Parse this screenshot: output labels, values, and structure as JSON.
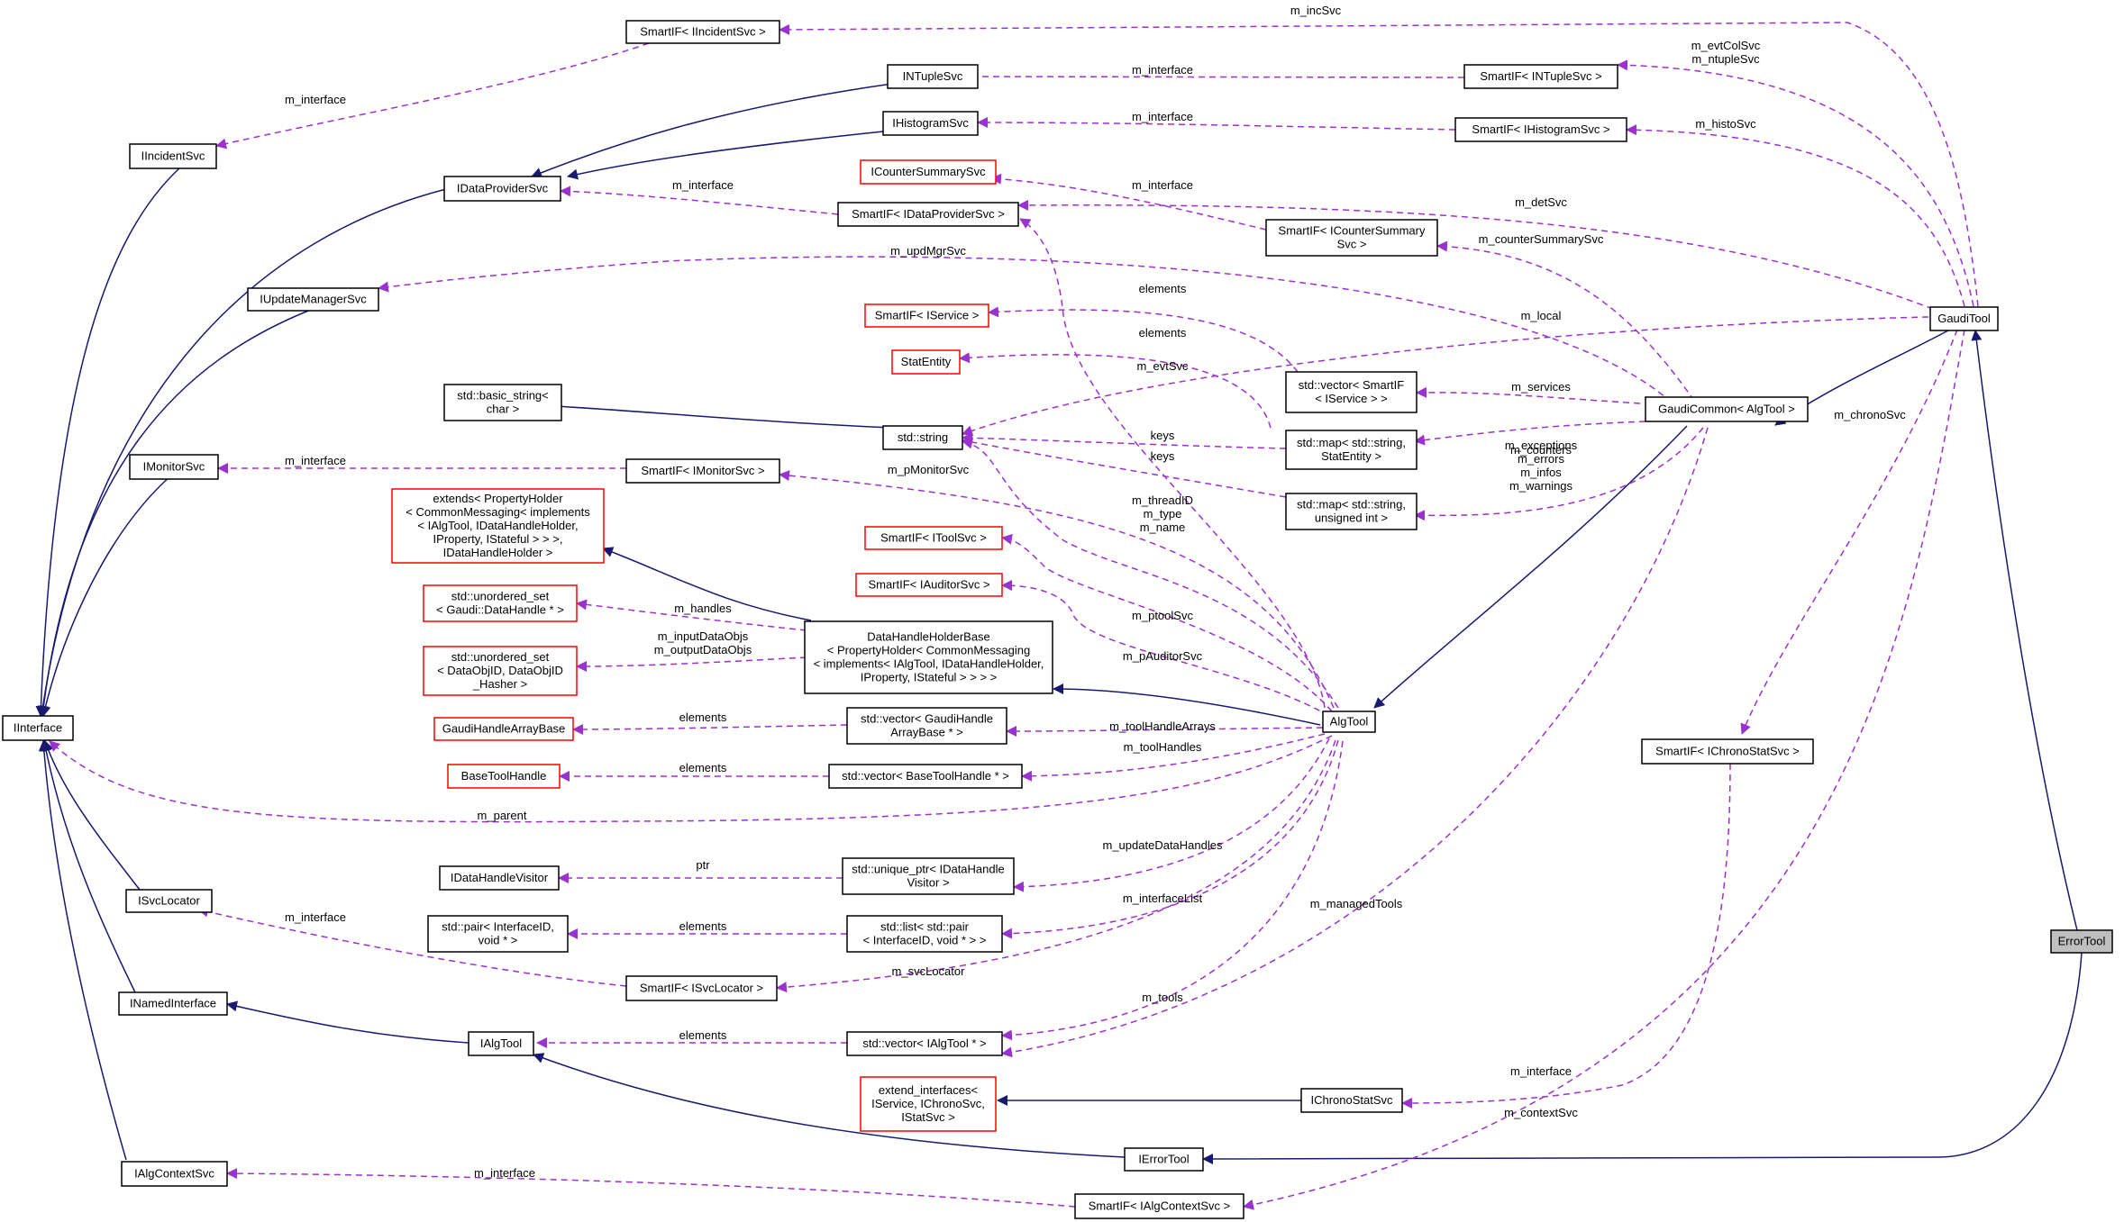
{
  "nodes": [
    {
      "id": "smartif_iincidentsvc",
      "lines": [
        "SmartIF< IIncidentSvc >"
      ],
      "style": "normal"
    },
    {
      "id": "iincidentsvc",
      "lines": [
        "IIncidentSvc"
      ],
      "style": "normal"
    },
    {
      "id": "intuplesvc",
      "lines": [
        "INTupleSvc"
      ],
      "style": "normal"
    },
    {
      "id": "smartif_intuplesvc",
      "lines": [
        "SmartIF< INTupleSvc >"
      ],
      "style": "normal"
    },
    {
      "id": "ihistogramsvc",
      "lines": [
        "IHistogramSvc"
      ],
      "style": "normal"
    },
    {
      "id": "smartif_ihistogramsvc",
      "lines": [
        "SmartIF< IHistogramSvc >"
      ],
      "style": "normal"
    },
    {
      "id": "icountersummarysvc",
      "lines": [
        "ICounterSummarySvc"
      ],
      "style": "red"
    },
    {
      "id": "idataprovidersvc",
      "lines": [
        "IDataProviderSvc"
      ],
      "style": "normal"
    },
    {
      "id": "smartif_idataprovidersvc",
      "lines": [
        "SmartIF< IDataProviderSvc >"
      ],
      "style": "normal"
    },
    {
      "id": "smartif_icountersummary",
      "lines": [
        "SmartIF< ICounterSummary",
        "Svc >"
      ],
      "style": "normal"
    },
    {
      "id": "iupdatemanagersvc",
      "lines": [
        "IUpdateManagerSvc"
      ],
      "style": "normal"
    },
    {
      "id": "smartif_iservice",
      "lines": [
        "SmartIF< IService >"
      ],
      "style": "red"
    },
    {
      "id": "gauditool",
      "lines": [
        "GaudiTool"
      ],
      "style": "normal"
    },
    {
      "id": "statentity",
      "lines": [
        "StatEntity"
      ],
      "style": "red"
    },
    {
      "id": "basic_string",
      "lines": [
        "std::basic_string<",
        "char >"
      ],
      "style": "normal"
    },
    {
      "id": "vector_smartif",
      "lines": [
        "std::vector< SmartIF",
        "< IService > >"
      ],
      "style": "normal"
    },
    {
      "id": "gaudicommon",
      "lines": [
        "GaudiCommon< AlgTool >"
      ],
      "style": "normal"
    },
    {
      "id": "std_string",
      "lines": [
        "std::string"
      ],
      "style": "normal"
    },
    {
      "id": "map_statentity",
      "lines": [
        "std::map< std::string,",
        "StatEntity >"
      ],
      "style": "normal"
    },
    {
      "id": "imonitorsvc",
      "lines": [
        "IMonitorSvc"
      ],
      "style": "normal"
    },
    {
      "id": "smartif_imonitorsvc",
      "lines": [
        "SmartIF< IMonitorSvc >"
      ],
      "style": "normal"
    },
    {
      "id": "map_uint",
      "lines": [
        "std::map< std::string,",
        "unsigned int >"
      ],
      "style": "normal"
    },
    {
      "id": "extends_ph",
      "lines": [
        "extends< PropertyHolder",
        "< CommonMessaging< implements",
        "< IAlgTool, IDataHandleHolder,",
        "IProperty, IStateful > > >,",
        "IDataHandleHolder >"
      ],
      "style": "red"
    },
    {
      "id": "smartif_itoolsvc",
      "lines": [
        "SmartIF< IToolSvc >"
      ],
      "style": "red"
    },
    {
      "id": "smartif_iauditorsvc",
      "lines": [
        "SmartIF< IAuditorSvc >"
      ],
      "style": "red"
    },
    {
      "id": "unordered_set_dh",
      "lines": [
        "std::unordered_set",
        "< Gaudi::DataHandle * >"
      ],
      "style": "red"
    },
    {
      "id": "datahandleholderbase",
      "lines": [
        "DataHandleHolderBase",
        "< PropertyHolder< CommonMessaging",
        "< implements< IAlgTool, IDataHandleHolder,",
        "IProperty, IStateful > > > >"
      ],
      "style": "normal"
    },
    {
      "id": "unordered_set_dataobjid",
      "lines": [
        "std::unordered_set",
        "< DataObjID, DataObjID",
        "_Hasher >"
      ],
      "style": "red"
    },
    {
      "id": "iinterface",
      "lines": [
        "IInterface"
      ],
      "style": "normal"
    },
    {
      "id": "gaudihandlearraybase",
      "lines": [
        "GaudiHandleArrayBase"
      ],
      "style": "red"
    },
    {
      "id": "vector_gha",
      "lines": [
        "std::vector< GaudiHandle",
        "ArrayBase * >"
      ],
      "style": "normal"
    },
    {
      "id": "algtool",
      "lines": [
        "AlgTool"
      ],
      "style": "normal"
    },
    {
      "id": "smartif_ichronostatsvc",
      "lines": [
        "SmartIF< IChronoStatSvc >"
      ],
      "style": "normal"
    },
    {
      "id": "basetoolhandle",
      "lines": [
        "BaseToolHandle"
      ],
      "style": "red"
    },
    {
      "id": "vector_bth",
      "lines": [
        "std::vector< BaseToolHandle * >"
      ],
      "style": "normal"
    },
    {
      "id": "idatahandlevisitor",
      "lines": [
        "IDataHandleVisitor"
      ],
      "style": "normal"
    },
    {
      "id": "unique_ptr_dhv",
      "lines": [
        "std::unique_ptr< IDataHandle",
        "Visitor >"
      ],
      "style": "normal"
    },
    {
      "id": "isvclocator",
      "lines": [
        "ISvcLocator"
      ],
      "style": "normal"
    },
    {
      "id": "errortool",
      "lines": [
        "ErrorTool"
      ],
      "style": "grey"
    },
    {
      "id": "pair_interfaceid",
      "lines": [
        "std::pair< InterfaceID,",
        "void * >"
      ],
      "style": "normal"
    },
    {
      "id": "list_pair",
      "lines": [
        "std::list< std::pair",
        "< InterfaceID, void * > >"
      ],
      "style": "normal"
    },
    {
      "id": "smartif_isvclocator",
      "lines": [
        "SmartIF< ISvcLocator >"
      ],
      "style": "normal"
    },
    {
      "id": "inamedinterface",
      "lines": [
        "INamedInterface"
      ],
      "style": "normal"
    },
    {
      "id": "ialgtool",
      "lines": [
        "IAlgTool"
      ],
      "style": "normal"
    },
    {
      "id": "vector_ialgtool",
      "lines": [
        "std::vector< IAlgTool * >"
      ],
      "style": "normal"
    },
    {
      "id": "extend_interfaces",
      "lines": [
        "extend_interfaces<",
        "IService, IChronoSvc,",
        "IStatSvc >"
      ],
      "style": "red"
    },
    {
      "id": "ichronostatsvc",
      "lines": [
        "IChronoStatSvc"
      ],
      "style": "normal"
    },
    {
      "id": "ierrortool",
      "lines": [
        "IErrorTool"
      ],
      "style": "normal"
    },
    {
      "id": "ialgcontextsvc",
      "lines": [
        "IAlgContextSvc"
      ],
      "style": "normal"
    },
    {
      "id": "smartif_ialgcontextsvc",
      "lines": [
        "SmartIF< IAlgContextSvc >"
      ],
      "style": "normal"
    }
  ],
  "edge_labels": [
    {
      "id": "lbl-m-incsvc",
      "text": "m_incSvc"
    },
    {
      "id": "lbl-m-interface-incident",
      "text": "m_interface"
    },
    {
      "id": "lbl-m-evtcolsvc",
      "text": "m_evtColSvc"
    },
    {
      "id": "lbl-m-ntuplesvc",
      "text": "m_ntupleSvc"
    },
    {
      "id": "lbl-m-interface-ntuple",
      "text": "m_interface"
    },
    {
      "id": "lbl-m-interface-histo",
      "text": "m_interface"
    },
    {
      "id": "lbl-m-histosvc",
      "text": "m_histoSvc"
    },
    {
      "id": "lbl-m-interface-dp",
      "text": "m_interface"
    },
    {
      "id": "lbl-m-interface-csum",
      "text": "m_interface"
    },
    {
      "id": "lbl-m-detsvc",
      "text": "m_detSvc"
    },
    {
      "id": "lbl-m-countersummarysvc",
      "text": "m_counterSummarySvc"
    },
    {
      "id": "lbl-m-updmgrsvc",
      "text": "m_updMgrSvc"
    },
    {
      "id": "lbl-elements-service",
      "text": "elements"
    },
    {
      "id": "lbl-m-local",
      "text": "m_local"
    },
    {
      "id": "lbl-elements-stat",
      "text": "elements"
    },
    {
      "id": "lbl-m-evtsvc",
      "text": "m_evtSvc"
    },
    {
      "id": "lbl-m-services",
      "text": "m_services"
    },
    {
      "id": "lbl-m-counters",
      "text": "m_counters"
    },
    {
      "id": "lbl-keys-1",
      "text": "keys"
    },
    {
      "id": "lbl-keys-2",
      "text": "keys"
    },
    {
      "id": "lbl-m-exceptions",
      "text": "m_exceptions"
    },
    {
      "id": "lbl-m-errors",
      "text": "m_errors"
    },
    {
      "id": "lbl-m-infos",
      "text": "m_infos"
    },
    {
      "id": "lbl-m-warnings",
      "text": "m_warnings"
    },
    {
      "id": "lbl-m-chronosvc",
      "text": "m_chronoSvc"
    },
    {
      "id": "lbl-m-interface-monitor",
      "text": "m_interface"
    },
    {
      "id": "lbl-m-pmonitorsvc",
      "text": "m_pMonitorSvc"
    },
    {
      "id": "lbl-m-threadid",
      "text": "m_threadID"
    },
    {
      "id": "lbl-m-type",
      "text": "m_type"
    },
    {
      "id": "lbl-m-name",
      "text": "m_name"
    },
    {
      "id": "lbl-m-ptoolsvc",
      "text": "m_ptoolSvc"
    },
    {
      "id": "lbl-m-pauditorsvc",
      "text": "m_pAuditorSvc"
    },
    {
      "id": "lbl-m-handles",
      "text": "m_handles"
    },
    {
      "id": "lbl-m-inputdataobjs",
      "text": "m_inputDataObjs"
    },
    {
      "id": "lbl-m-outputdataobjs",
      "text": "m_outputDataObjs"
    },
    {
      "id": "lbl-elements-gha",
      "text": "elements"
    },
    {
      "id": "lbl-m-toolhandlearrays",
      "text": "m_toolHandleArrays"
    },
    {
      "id": "lbl-elements-bth",
      "text": "elements"
    },
    {
      "id": "lbl-m-toolhandles",
      "text": "m_toolHandles"
    },
    {
      "id": "lbl-m-parent",
      "text": "m_parent"
    },
    {
      "id": "lbl-m-updatedatahandles",
      "text": "m_updateDataHandles"
    },
    {
      "id": "lbl-ptr",
      "text": "ptr"
    },
    {
      "id": "lbl-m-interface-svcloc",
      "text": "m_interface"
    },
    {
      "id": "lbl-m-interfacelist",
      "text": "m_interfaceList"
    },
    {
      "id": "lbl-m-managedtools",
      "text": "m_managedTools"
    },
    {
      "id": "lbl-elements-pair",
      "text": "elements"
    },
    {
      "id": "lbl-m-svclocator",
      "text": "m_svcLocator"
    },
    {
      "id": "lbl-m-tools",
      "text": "m_tools"
    },
    {
      "id": "lbl-elements-ialgtool",
      "text": "elements"
    },
    {
      "id": "lbl-m-interface-chrono",
      "text": "m_interface"
    },
    {
      "id": "lbl-m-contextsvc",
      "text": "m_contextSvc"
    },
    {
      "id": "lbl-m-interface-algctx",
      "text": "m_interface"
    }
  ]
}
